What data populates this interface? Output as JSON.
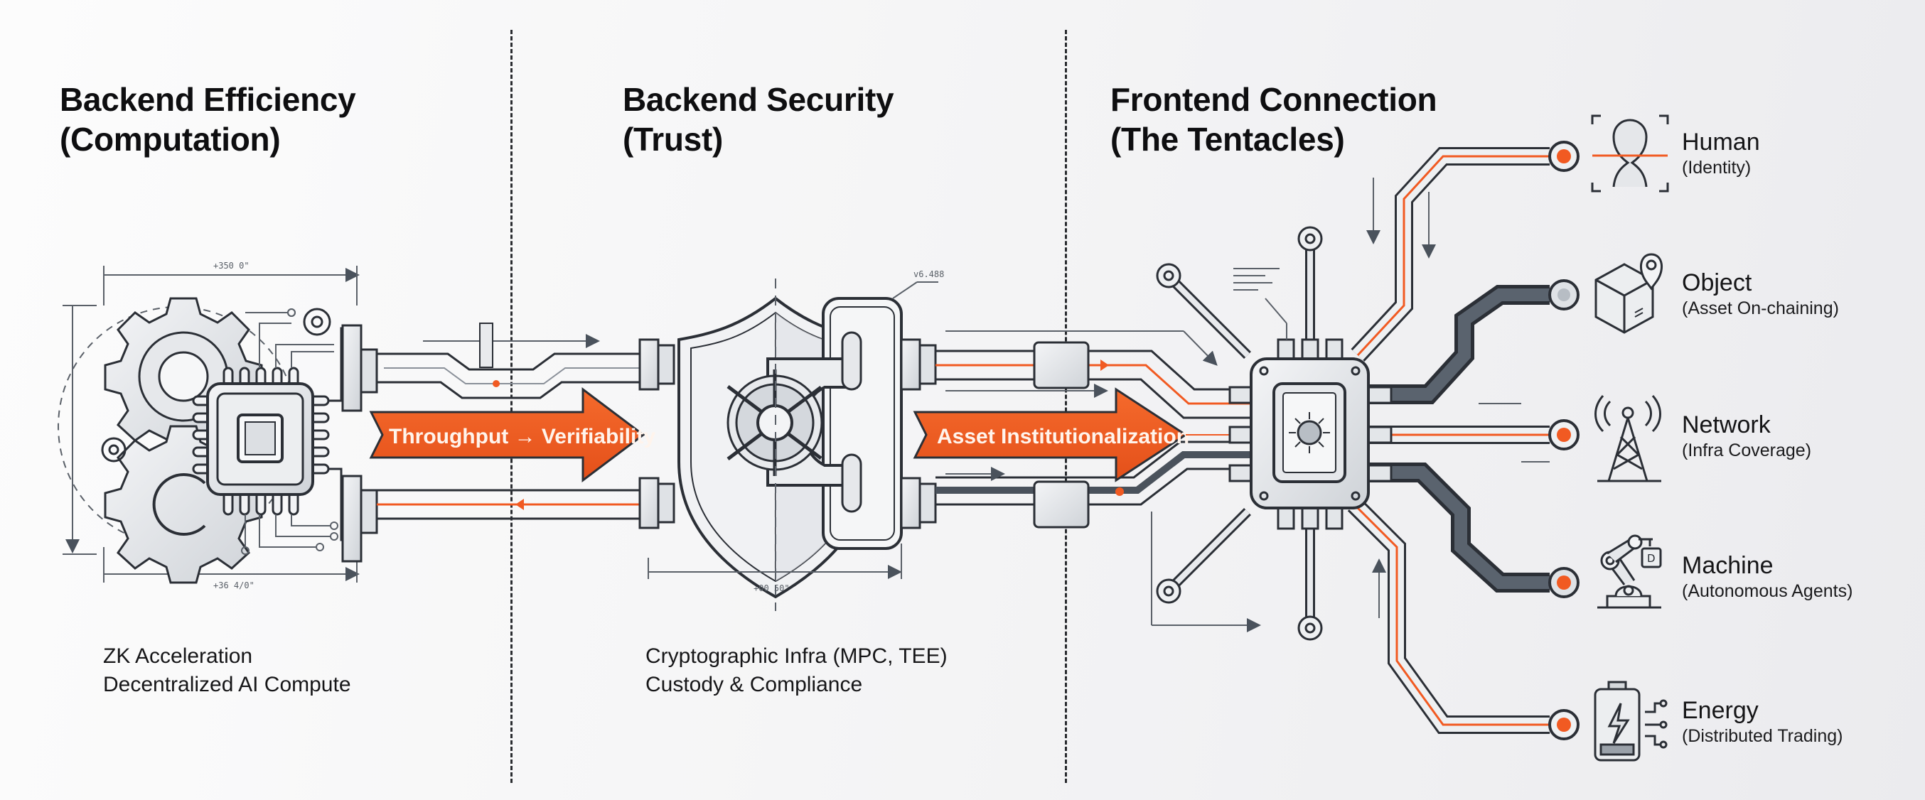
{
  "columns": [
    {
      "id": "backend-efficiency",
      "title_line1": "Backend Efficiency",
      "title_line2": "(Computation)",
      "description": [
        "ZK Acceleration",
        "Decentralized AI Compute"
      ]
    },
    {
      "id": "backend-security",
      "title_line1": "Backend Security",
      "title_line2": "(Trust)",
      "description": [
        "Cryptographic Infra (MPC, TEE)",
        "Custody & Compliance"
      ]
    },
    {
      "id": "frontend-connection",
      "title_line1": "Frontend Connection",
      "title_line2": "(The Tentacles)"
    }
  ],
  "flow_arrows": [
    {
      "label": "Throughput → Verifiability"
    },
    {
      "label": "Asset Institutionalization"
    }
  ],
  "tentacles": [
    {
      "name": "Human",
      "detail": "(Identity)",
      "icon": "face-scan-icon"
    },
    {
      "name": "Object",
      "detail": "(Asset On-chaining)",
      "icon": "box-location-icon"
    },
    {
      "name": "Network",
      "detail": "(Infra Coverage)",
      "icon": "radio-tower-icon"
    },
    {
      "name": "Machine",
      "detail": "(Autonomous Agents)",
      "icon": "robot-arm-icon"
    },
    {
      "name": "Energy",
      "detail": "(Distributed Trading)",
      "icon": "battery-bolt-icon"
    }
  ],
  "colors": {
    "accent": "#f15a22",
    "line": "#2b2f36",
    "pipe_dark": "#4a525c",
    "metal": "#d9dce0"
  }
}
